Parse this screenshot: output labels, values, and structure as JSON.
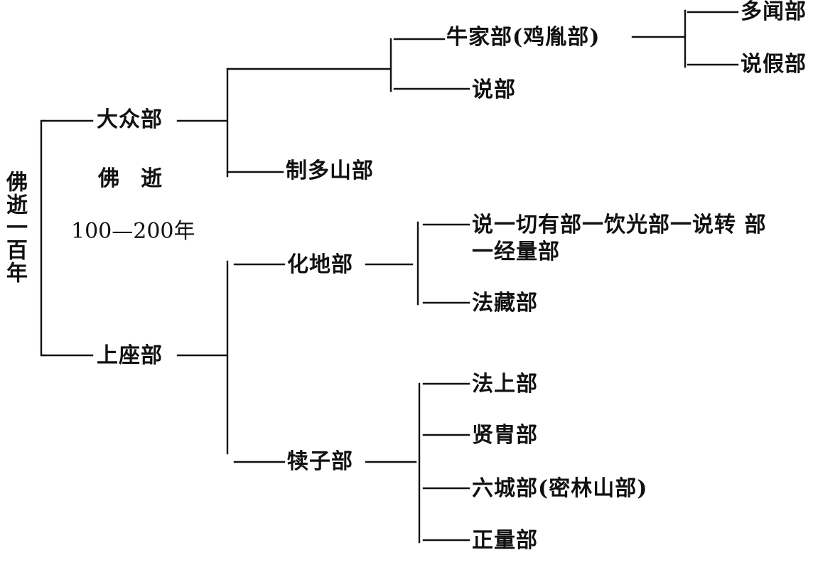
{
  "root": "佛逝一百年",
  "note": {
    "title": "佛　逝",
    "years": "100—200年"
  },
  "level1": {
    "mahasanghika": "大众部",
    "sthavira": "上座部"
  },
  "mahasanghika_branches": {
    "gokulika": "牛家部(鸡胤部)",
    "prajnaptivada_short": "说部",
    "caitika": "制多山部",
    "bahusrutiya": "多闻部",
    "prajnaptivada": "说假部"
  },
  "sthavira_branches": {
    "mahisasaka": "化地部",
    "vatsiputriya": "犊子部"
  },
  "mahisasaka_branches": {
    "sarvastivada_line": "说一切有部一饮光部一说转 部",
    "sautrantika": "一经量部",
    "dharmaguptaka": "法藏部"
  },
  "vatsiputriya_branches": {
    "dharmottariya": "法上部",
    "bhadrayaniya": "贤胄部",
    "sannagarika": "六城部(密林山部)",
    "sammitiya": "正量部"
  }
}
